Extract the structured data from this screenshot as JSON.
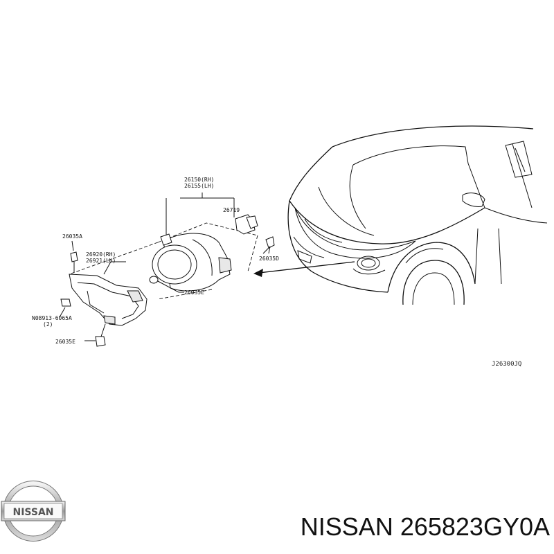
{
  "labels": {
    "lamp_rh": "26150(RH)",
    "lamp_lh": "26155(LH)",
    "lamp_note": "",
    "bulb": "26719",
    "bolt_top": "26035A",
    "bracket_rh": "26920(RH)",
    "bracket_lh": "26921(LH)",
    "screw_right": "26035D",
    "screw_mid": "26035E",
    "nut": "N08913-6065A",
    "nut_qty": "(2)",
    "screw_bottom": "26035E"
  },
  "diagram_code": "J26300JQ",
  "brand": {
    "logo_text": "NISSAN"
  },
  "caption": "NISSAN 265823GY0A"
}
